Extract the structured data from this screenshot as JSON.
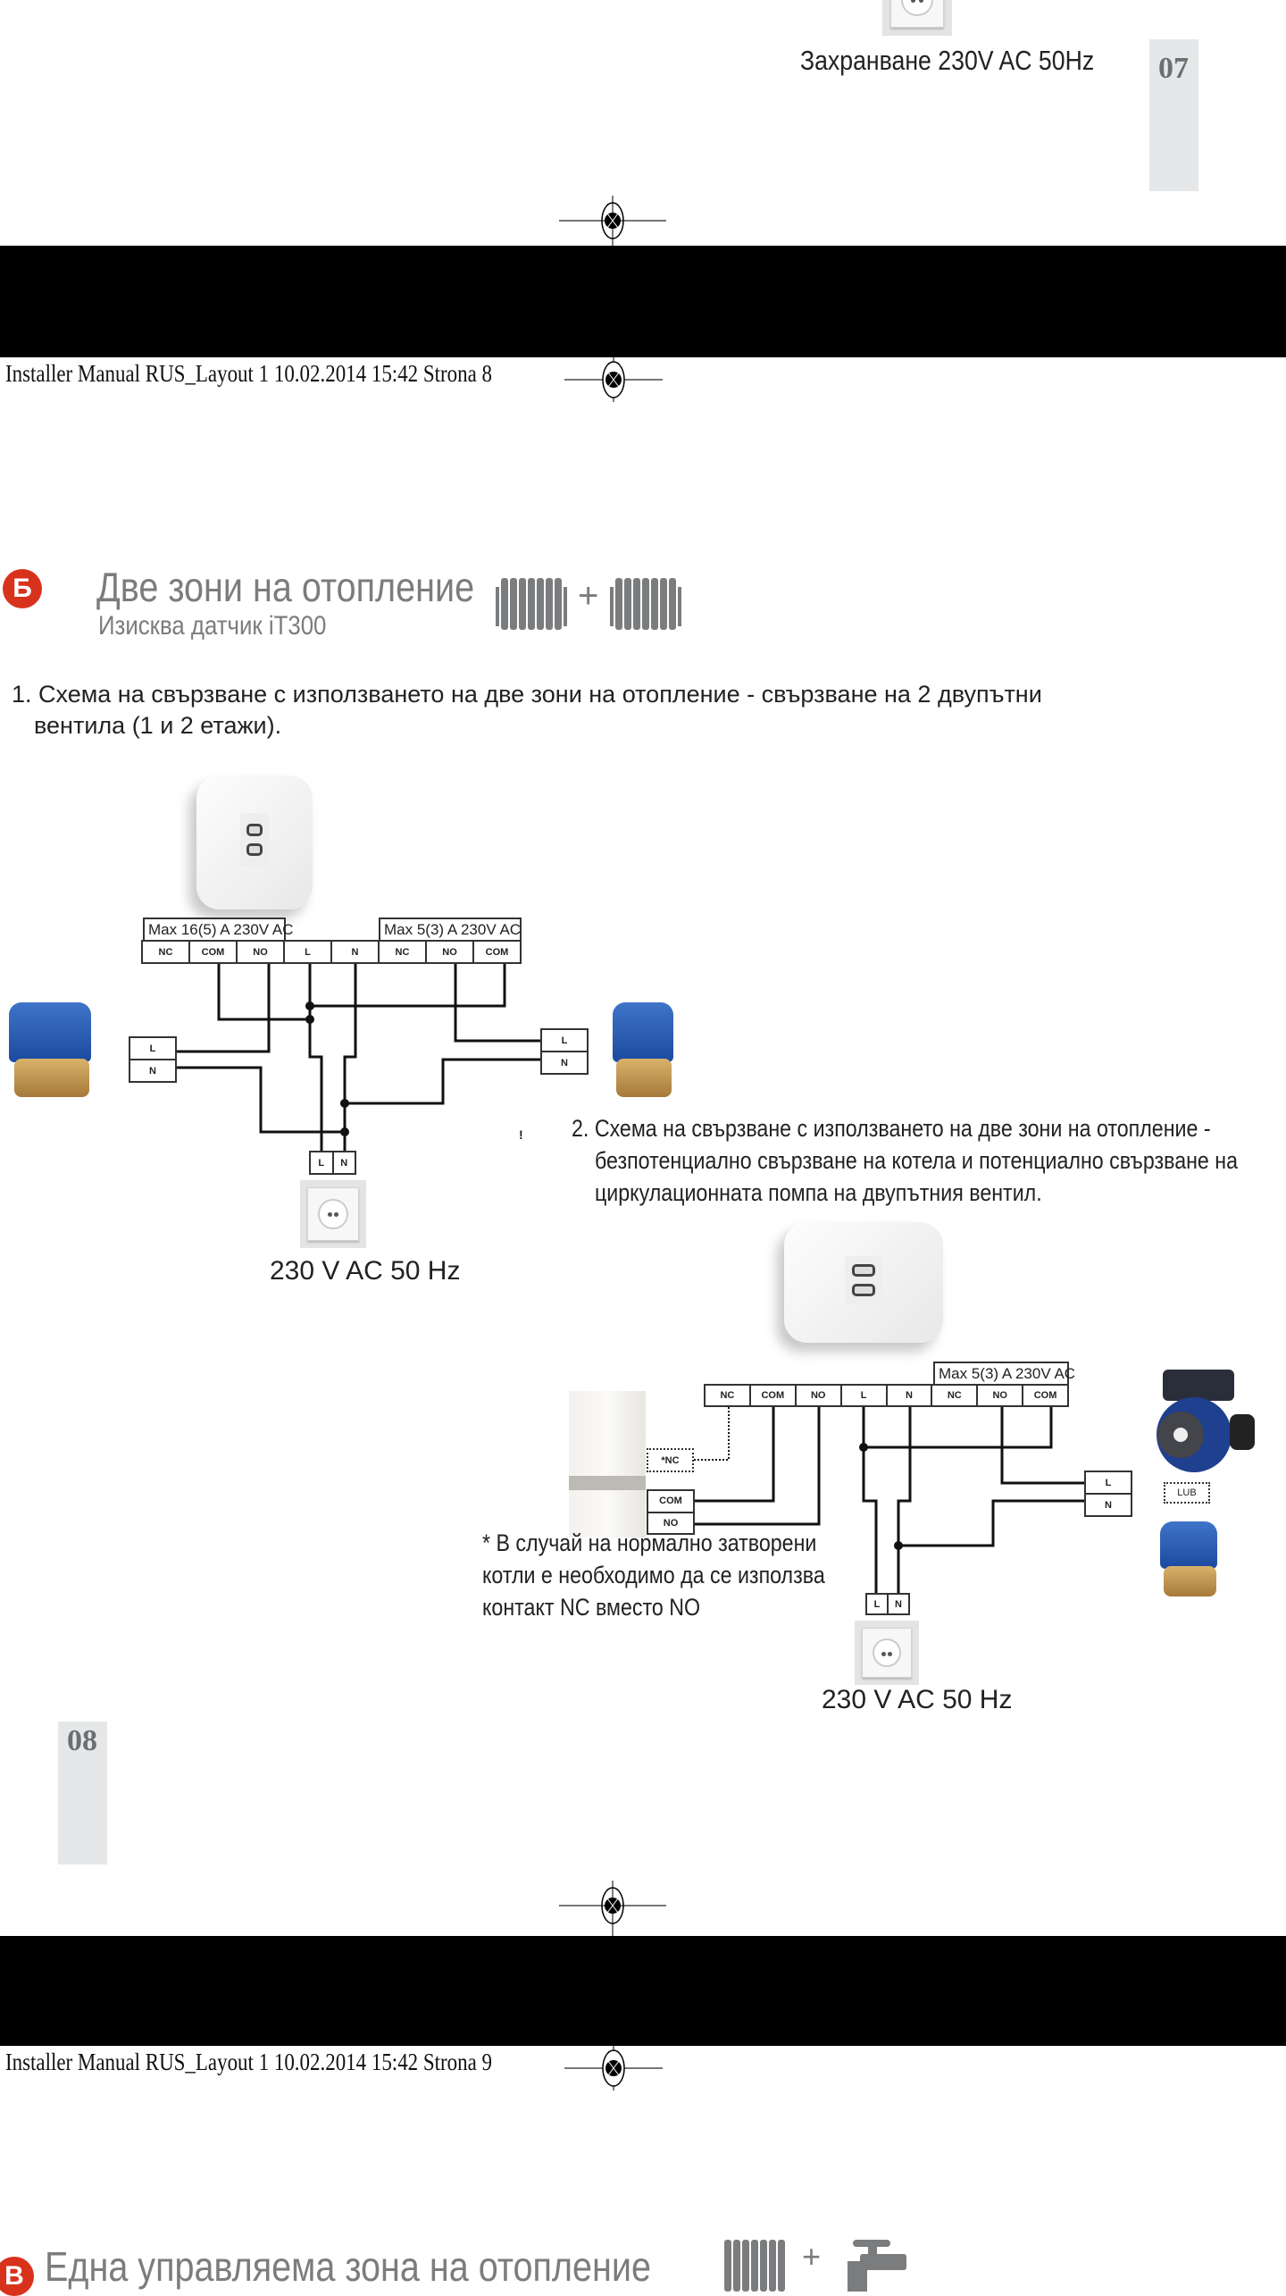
{
  "page7": {
    "supply_label": "Захранване 230V AC 50Hz",
    "page_number": "07"
  },
  "slug1": "Installer Manual RUS_Layout 1  10.02.2014  15:42  Strona 8",
  "sectionB": {
    "badge": "Б",
    "title": "Две зони на отопление",
    "subtitle": "Изисква датчик iT300",
    "plus": "+"
  },
  "diagram1": {
    "caption": [
      "1. Схема на свързване с използването на две зони на отопление - свързване на 2 двупътни",
      "вентила (1 и 2 етажи)."
    ],
    "rating_left": "Max 16(5) A 230V AC",
    "rating_right": "Max 5(3) A 230V AC",
    "terminals": [
      "NC",
      "COM",
      "NO",
      "L",
      "N",
      "NC",
      "NO",
      "COM"
    ],
    "valve_left_terminals": [
      "L",
      "N"
    ],
    "valve_right_terminals": [
      "L",
      "N"
    ],
    "mains_terminals": [
      "L",
      "N"
    ],
    "mains_label": "230 V AC 50 Hz",
    "mark": "!"
  },
  "diagram2": {
    "caption": [
      "2. Схема на свързване с използването на две зони на отопление -",
      "безпотенциално свързване на котела и потенциално свързване на",
      "циркулационната помпа на двупътния вентил."
    ],
    "rating": "Max 5(3) A 230V AC",
    "terminals": [
      "NC",
      "COM",
      "NO",
      "L",
      "N",
      "NC",
      "NO",
      "COM"
    ],
    "boiler_nc": "*NC",
    "boiler_terminals": [
      "COM",
      "NO"
    ],
    "load_terminals": [
      "L",
      "N"
    ],
    "lub_label": "LUB",
    "note": [
      "* В случай на нормално затворени",
      "котли е необходимо да се използва",
      "контакт NC вместо NO"
    ],
    "mains_terminals": [
      "L",
      "N"
    ],
    "mains_label": "230 V AC 50 Hz"
  },
  "page8": {
    "page_number": "08"
  },
  "slug2": "Installer Manual RUS_Layout 1  10.02.2014  15:42  Strona 9",
  "sectionC": {
    "badge": "В",
    "title": "Една управляема зона на отопление",
    "plus": "+"
  },
  "colors": {
    "badge": "#d8321c",
    "heading_gray": "#7b7c7e",
    "page_tab": "#e6e7e8"
  }
}
